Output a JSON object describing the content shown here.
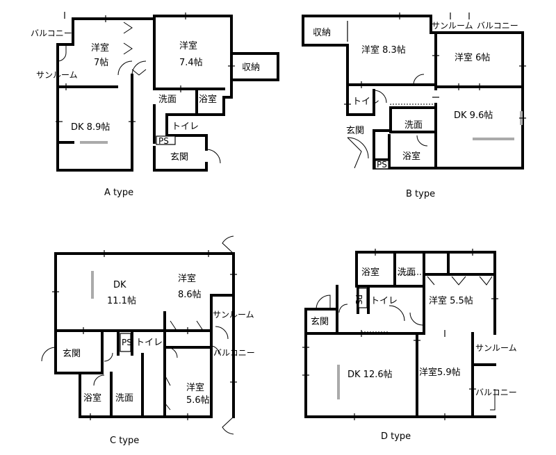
{
  "plans": {
    "a": {
      "caption": "A type",
      "rooms": {
        "balcony": "バルコニー",
        "sunroom": "サンルーム",
        "western1_name": "洋室",
        "western1_size": "7帖",
        "western2_name": "洋室",
        "western2_size": "7.4帖",
        "storage": "収納",
        "dk": "DK 8.9帖",
        "washroom": "洗面",
        "bath": "浴室",
        "toilet": "トイレ",
        "ps": "PS",
        "entrance": "玄関"
      }
    },
    "b": {
      "caption": "B type",
      "rooms": {
        "storage": "収納",
        "western1": "洋室 8.3帖",
        "sunroom": "サンルーム",
        "balcony": "バルコニー",
        "western2": "洋室 6帖",
        "toilet": "トイレ",
        "dk": "DK 9.6帖",
        "entrance": "玄関",
        "washroom": "洗面",
        "bath": "浴室",
        "ps": "PS"
      }
    },
    "c": {
      "caption": "C type",
      "rooms": {
        "dk_name": "DK",
        "dk_size": "11.1帖",
        "western1_name": "洋室",
        "western1_size": "8.6帖",
        "sunroom": "サンルーム",
        "entrance": "玄関",
        "ps": "PS",
        "toilet": "トイレ",
        "balcony": "バルコニー",
        "bath": "浴室",
        "washroom": "洗面",
        "western2_name": "洋室",
        "western2_size": "5.6帖"
      }
    },
    "d": {
      "caption": "D type",
      "rooms": {
        "bath": "浴室",
        "washroom": "洗面",
        "western1": "洋室 5.5帖",
        "ps": "PS",
        "toilet": "トイレ",
        "entrance": "玄関",
        "sunroom": "サンルーム",
        "dk": "DK 12.6帖",
        "western2": "洋室5.9帖",
        "balcony": "バルコニー"
      }
    }
  }
}
